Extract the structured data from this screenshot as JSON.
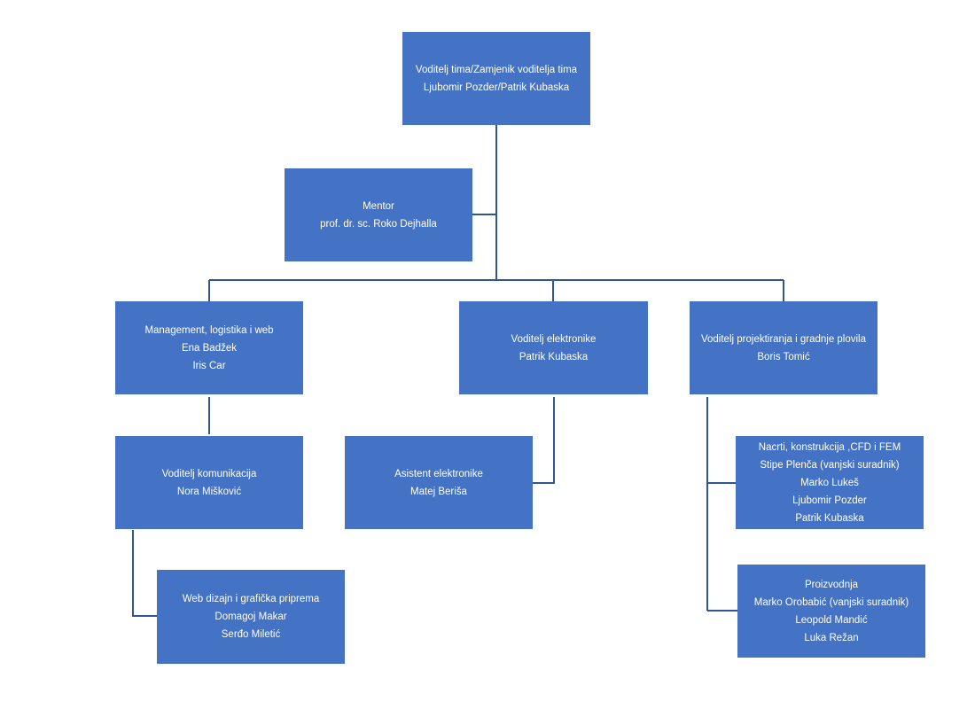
{
  "colors": {
    "box_fill": "#4472c4",
    "box_text": "#ffffff",
    "connector": "#2f5597"
  },
  "nodes": {
    "team_lead": {
      "lines": [
        "Voditelj tima/Zamjenik voditelja tima",
        "Ljubomir Pozder/Patrik Kubaska"
      ]
    },
    "mentor": {
      "lines": [
        "Mentor",
        "prof. dr. sc. Roko Dejhalla"
      ]
    },
    "management": {
      "lines": [
        "Management, logistika i web",
        "Ena Badžek",
        "Iris Car"
      ]
    },
    "electronics_lead": {
      "lines": [
        "Voditelj elektronike",
        "Patrik Kubaska"
      ]
    },
    "design_lead": {
      "lines": [
        "Voditelj projektiranja i gradnje plovila",
        "Boris Tomić"
      ]
    },
    "communication_lead": {
      "lines": [
        "Voditelj komunikacija",
        "Nora Mišković"
      ]
    },
    "electronics_assistant": {
      "lines": [
        "Asistent elektronike",
        "Matej Beriša"
      ]
    },
    "drawings": {
      "lines": [
        "Nacrti, konstrukcija ,CFD i FEM",
        "Stipe Plenča (vanjski suradnik)",
        "Marko Lukeš",
        "Ljubomir Pozder",
        "Patrik Kubaska"
      ]
    },
    "web_design": {
      "lines": [
        "Web dizajn i  grafička priprema",
        "Domagoj Makar",
        "Serđo Miletić"
      ]
    },
    "production": {
      "lines": [
        "Proizvodnja",
        "Marko Orobabić (vanjski suradnik)",
        "Leopold Mandić",
        "Luka Režan"
      ]
    }
  }
}
